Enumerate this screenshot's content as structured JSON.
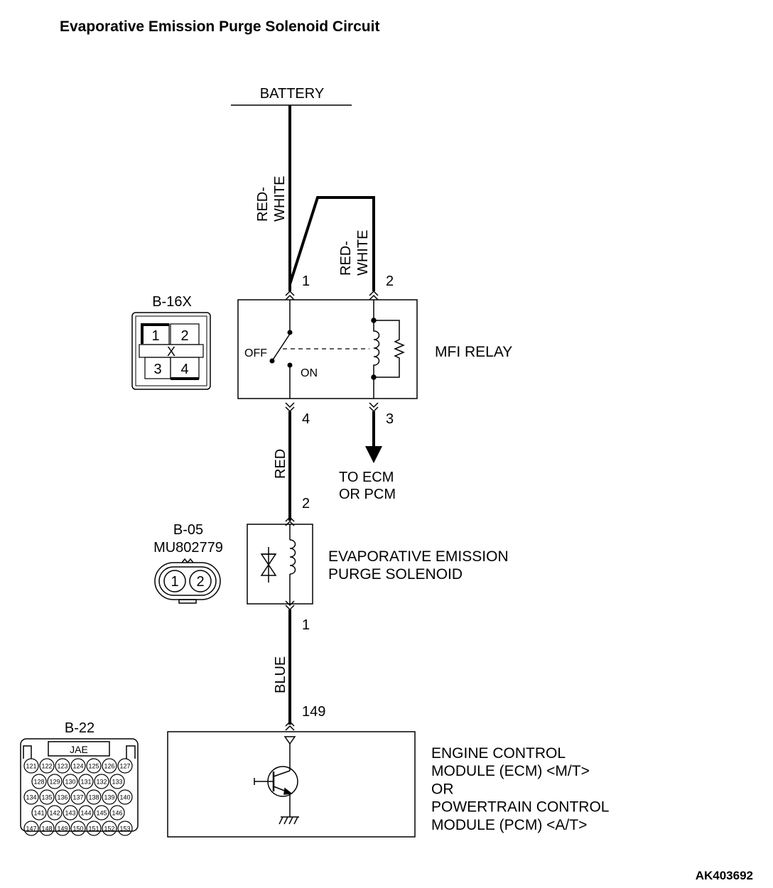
{
  "title": "Evaporative Emission Purge Solenoid Circuit",
  "figure_id": "AK403692",
  "power": {
    "label": "BATTERY"
  },
  "wires": {
    "battery_feed": "RED-\nWHITE",
    "coil_feed": "RED-\nWHITE",
    "relay_to_solenoid": "RED",
    "solenoid_to_ecm": "BLUE"
  },
  "relay": {
    "name": "MFI RELAY",
    "pins": {
      "p1": "1",
      "p2": "2",
      "p3": "3",
      "p4": "4"
    },
    "switch_off": "OFF",
    "switch_on": "ON",
    "output_label": "TO ECM\nOR PCM"
  },
  "solenoid": {
    "name": "EVAPORATIVE EMISSION\nPURGE SOLENOID",
    "pins": {
      "p1": "1",
      "p2": "2"
    }
  },
  "ecm": {
    "name": "ENGINE CONTROL\nMODULE (ECM) <M/T>\nOR\nPOWERTRAIN CONTROL\nMODULE (PCM) <A/T>",
    "pin": "149"
  },
  "connectors": {
    "b16x": {
      "id": "B-16X",
      "pins": [
        "1",
        "2",
        "3",
        "4"
      ],
      "mid": "X"
    },
    "b05": {
      "id": "B-05",
      "part": "MU802779",
      "pins": [
        "1",
        "2"
      ]
    },
    "b22": {
      "id": "B-22",
      "maker": "JAE",
      "rows": [
        [
          "121",
          "122",
          "123",
          "124",
          "125",
          "126",
          "127"
        ],
        [
          "128",
          "129",
          "130",
          "131",
          "132",
          "133"
        ],
        [
          "134",
          "135",
          "136",
          "137",
          "138",
          "139",
          "140"
        ],
        [
          "141",
          "142",
          "143",
          "144",
          "145",
          "146"
        ],
        [
          "147",
          "148",
          "149",
          "150",
          "151",
          "152",
          "153"
        ]
      ]
    }
  }
}
